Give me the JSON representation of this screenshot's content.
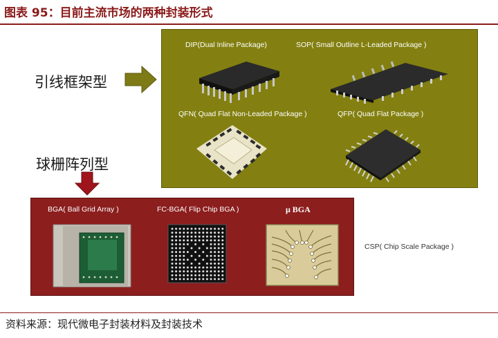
{
  "figure": {
    "title": "图表 95：目前主流市场的两种封装形式",
    "source": "资料来源：现代微电子封装材料及封装技术"
  },
  "categories": {
    "leadframe": "引线框架型",
    "bga": "球栅阵列型"
  },
  "leadframe_packages": {
    "dip": "DIP(Dual Inline Package)",
    "sop": "SOP( Small Outline L-Leaded Package )",
    "qfn": "QFN( Quad Flat Non-Leaded Package )",
    "qfp": "QFP( Quad Flat Package )"
  },
  "bga_packages": {
    "bga": "BGA( Ball Grid Array )",
    "fcbga": "FC-BGA( Flip Chip BGA )",
    "ubga": "μ BGA"
  },
  "csp": "CSP( Chip Scale Package )",
  "colors": {
    "title": "#8b1a1a",
    "olive_panel": "#838011",
    "red_panel": "#8c1e1e",
    "arrow_olive": "#7e7a16",
    "arrow_red": "#a0141c"
  }
}
